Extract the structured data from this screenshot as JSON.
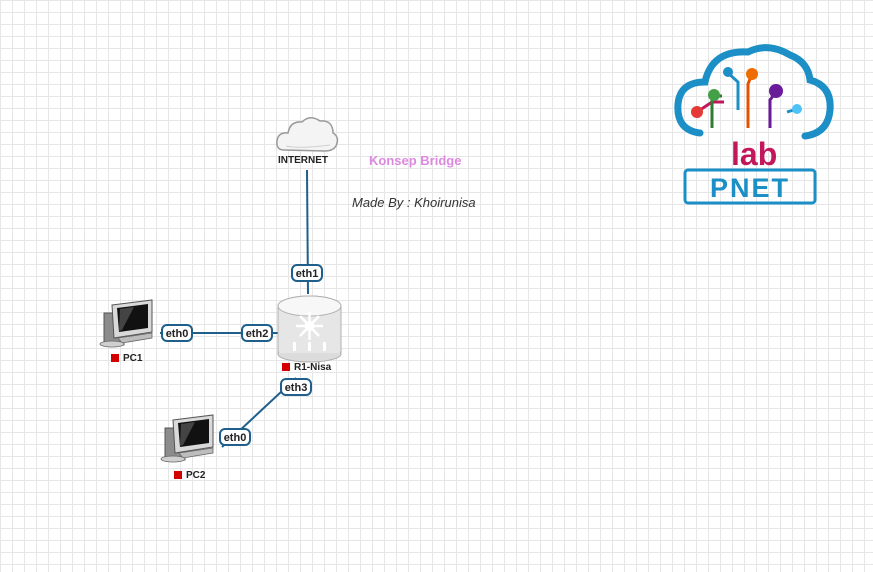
{
  "topology": {
    "title": "Konsep Bridge",
    "author": "Made By : Khoirunisa",
    "nodes": {
      "internet": "INTERNET",
      "router": "R1-Nisa",
      "pc1": "PC1",
      "pc2": "PC2"
    },
    "interfaces": {
      "router_to_internet": "eth1",
      "router_to_pc1": "eth2",
      "router_to_pc2": "eth3",
      "pc1": "eth0",
      "pc2": "eth0"
    },
    "status_color": "#d40000",
    "link_color": "#1f5f8b"
  },
  "logo": {
    "text": "PNET",
    "subtext": "lab",
    "brand_color": "#1b8fc6",
    "accent_color": "#c2185b"
  }
}
